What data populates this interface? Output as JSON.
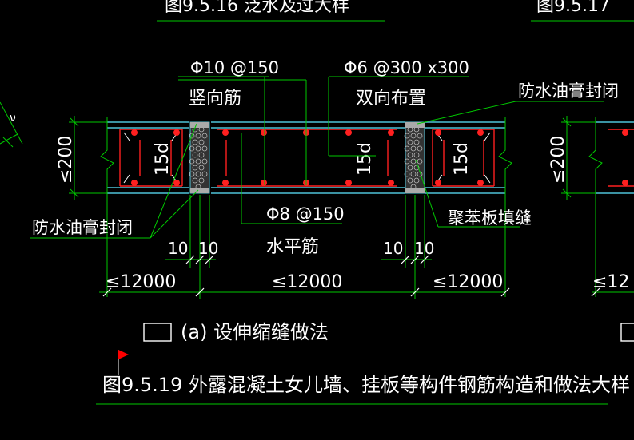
{
  "colors": {
    "background": "#000000",
    "line_green": "#00c800",
    "wall_cyan": "#4fc3d8",
    "rebar_red": "#ff2020",
    "text": "#ffffff",
    "flag": "#ff0000"
  },
  "top_labels": {
    "left_cut": "图9.5.16 泛水及过大样",
    "right_cut": "图9.5.17"
  },
  "labels": {
    "vertical_bar_spec": "Φ10 @150",
    "vertical_bar_name": "竖向筋",
    "two_way_spec": "Φ6 @300 x300",
    "two_way_name": "双向布置",
    "horizontal_bar_spec": "Φ8 @150",
    "horizontal_bar_name": "水平筋",
    "waterproof_left": "防水油膏封闭",
    "waterproof_right": "防水油膏封闭",
    "polystyrene_fill": "聚苯板填缝",
    "height_dim_left": "≤200",
    "height_dim_right": "≤200",
    "anchor_length": "15d",
    "joint_width": "10",
    "segment_length": "≤12000",
    "segment_length_cut": "≤12"
  },
  "caption": {
    "sub_title": "(a) 设伸缩缝做法",
    "figure_title": "图9.5.19 外露混凝土女儿墙、挂板等构件钢筋构造和做法大样"
  }
}
